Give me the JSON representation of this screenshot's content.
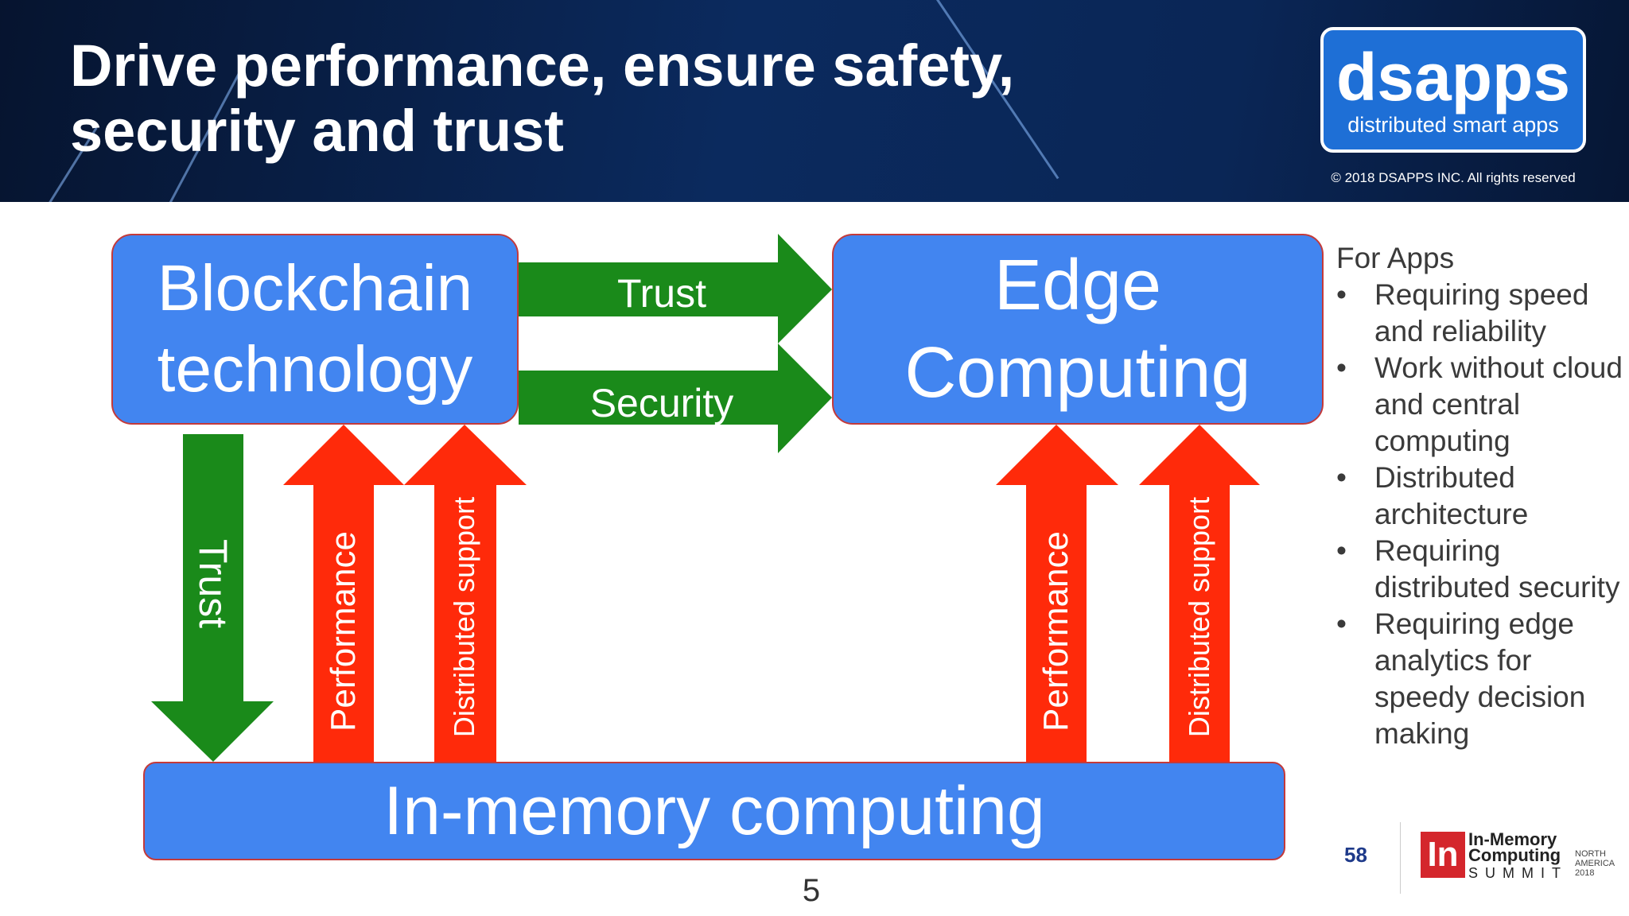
{
  "header": {
    "title_line1": "Drive performance, ensure safety,",
    "title_line2": "security and trust",
    "logo_word": "dsapps",
    "logo_tagline": "distributed smart apps",
    "copyright": "© 2018 DSAPPS INC. All rights reserved"
  },
  "diagram": {
    "blockchain_line1": "Blockchain",
    "blockchain_line2": "technology",
    "edge_line1": "Edge",
    "edge_line2": "Computing",
    "inmemory": "In-memory computing",
    "arrow_trust_top": "Trust",
    "arrow_security": "Security",
    "arrow_trust_down": "Trust",
    "arrow_perf_left": "Performance",
    "arrow_dist_left": "Distributed support",
    "arrow_perf_right": "Performance",
    "arrow_dist_right": "Distributed support",
    "colors": {
      "box": "#4285f0",
      "green": "#1a8a1a",
      "red": "#ff2a0a"
    }
  },
  "sidebar": {
    "heading": "For Apps",
    "bullet": "•",
    "items": [
      "Requiring speed and reliability",
      "Work without cloud and central computing",
      "Distributed architecture",
      "Requiring distributed security",
      "Requiring edge analytics for speedy decision making"
    ]
  },
  "footer": {
    "page_number": "5",
    "slide_number": "58",
    "summit_logo": "In",
    "summit_line1": "In-Memory",
    "summit_line2": "Computing",
    "summit_line3": "SUMMIT",
    "summit_region": "NORTH AMERICA 2018"
  }
}
